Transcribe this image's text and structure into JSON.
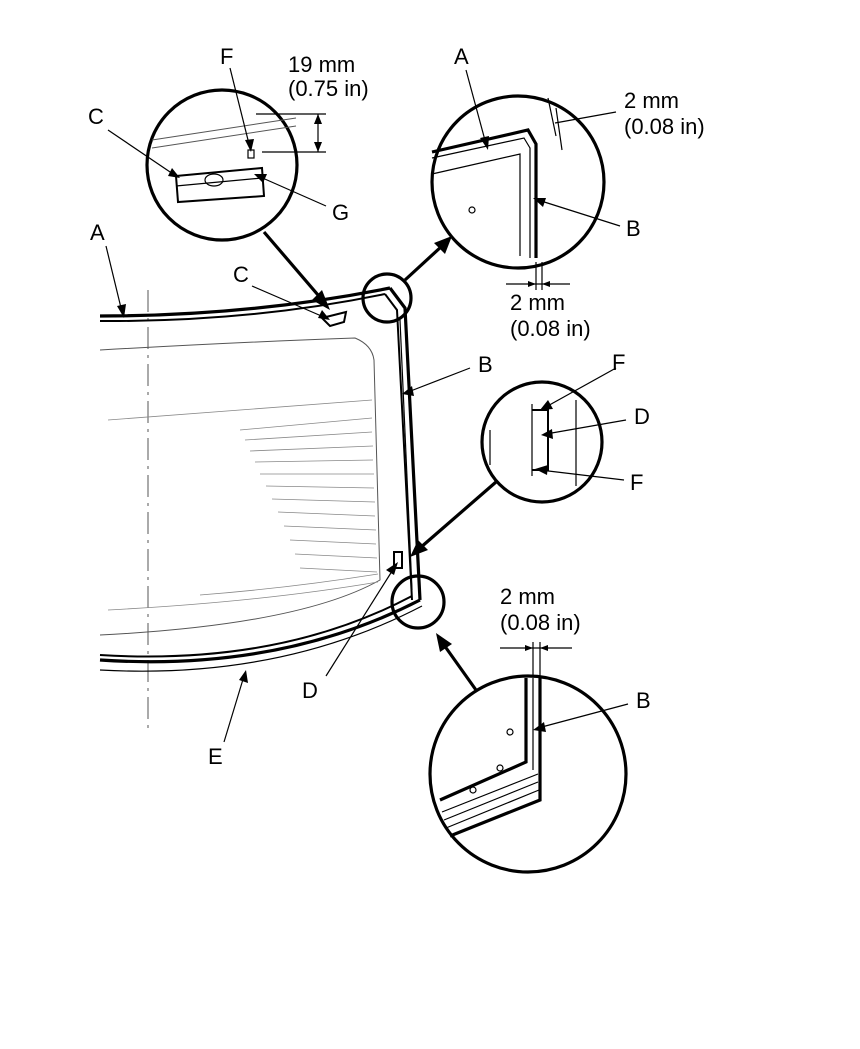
{
  "labels": {
    "a": "A",
    "b": "B",
    "c": "C",
    "d": "D",
    "e": "E",
    "f": "F",
    "g": "G"
  },
  "dimensions": {
    "top_gap_mm": "19 mm",
    "top_gap_in": "(0.75 in)",
    "corner_gap_mm": "2 mm",
    "corner_gap_in": "(0.08 in)",
    "side_gap_mm": "2 mm",
    "side_gap_in": "(0.08 in)",
    "bottom_gap_mm": "2 mm",
    "bottom_gap_in": "(0.08 in)"
  },
  "colors": {
    "line": "#000000",
    "background": "#ffffff"
  }
}
